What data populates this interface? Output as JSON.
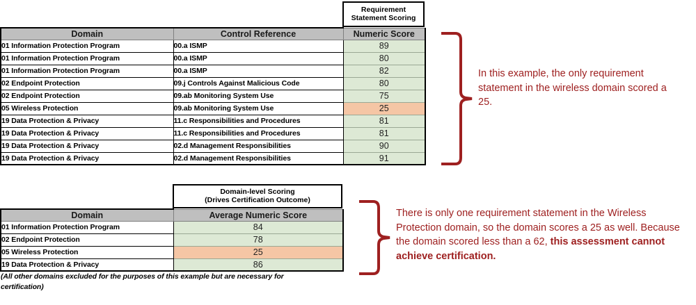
{
  "table1": {
    "caption": "Requirement Statement Scoring",
    "columns": [
      "Domain",
      "Control Reference",
      "Numeric Score"
    ],
    "rows": [
      {
        "domain": "01 Information Protection Program",
        "control": "00.a ISMP",
        "score": "89",
        "flag": "green"
      },
      {
        "domain": "01 Information Protection Program",
        "control": "00.a ISMP",
        "score": "80",
        "flag": "green"
      },
      {
        "domain": "01 Information Protection Program",
        "control": "00.a ISMP",
        "score": "82",
        "flag": "green"
      },
      {
        "domain": "02 Endpoint Protection",
        "control": "09.j Controls Against Malicious Code",
        "score": "80",
        "flag": "green"
      },
      {
        "domain": "02 Endpoint Protection",
        "control": "09.ab Monitoring System Use",
        "score": "75",
        "flag": "green"
      },
      {
        "domain": "05 Wireless Protection",
        "control": "09.ab Monitoring System Use",
        "score": "25",
        "flag": "orange"
      },
      {
        "domain": "19 Data Protection & Privacy",
        "control": "11.c Responsibilities and Procedures",
        "score": "81",
        "flag": "green"
      },
      {
        "domain": "19 Data Protection & Privacy",
        "control": "11.c Responsibilities and Procedures",
        "score": "81",
        "flag": "green"
      },
      {
        "domain": "19 Data Protection & Privacy",
        "control": "02.d Management Responsibilities",
        "score": "90",
        "flag": "green"
      },
      {
        "domain": "19 Data Protection & Privacy",
        "control": "02.d Management Responsibilities",
        "score": "91",
        "flag": "green"
      }
    ]
  },
  "table2": {
    "caption_line1": "Domain-level Scoring",
    "caption_line2": "(Drives Certification Outcome)",
    "columns": [
      "Domain",
      "Average Numeric Score"
    ],
    "rows": [
      {
        "domain": "01 Information Protection Program",
        "score": "84",
        "flag": "green"
      },
      {
        "domain": "02 Endpoint Protection",
        "score": "78",
        "flag": "green"
      },
      {
        "domain": "05 Wireless Protection",
        "score": "25",
        "flag": "orange"
      },
      {
        "domain": "19 Data Protection & Privacy",
        "score": "86",
        "flag": "green"
      }
    ],
    "footnote": "(All other domains excluded for the purposes of this example but are necessary for certification)"
  },
  "annotations": {
    "top": "In this example, the only requirement statement in the wireless domain scored a 25.",
    "bottom_normal": "There is only one requirement statement in the Wireless Protection domain, so the domain scores a 25 as well. Because the domain scored less than a 62, ",
    "bottom_bold": "this assessment cannot achieve certification."
  },
  "colors": {
    "accent": "#9e2020",
    "header_gray": "#bfbfbf",
    "score_green": "#dde9d5",
    "score_orange": "#f5c6a5"
  }
}
